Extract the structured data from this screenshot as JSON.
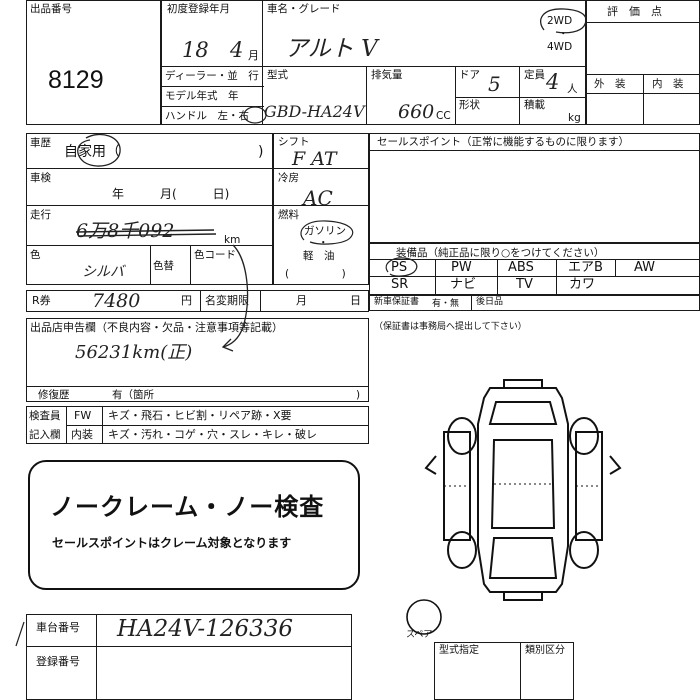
{
  "header": {
    "lot_no_label": "出品番号",
    "lot_no": "8129",
    "first_reg_label": "初度登録年月",
    "first_reg_year": "18",
    "first_reg_month": "4",
    "first_reg_month_unit": "月",
    "car_name_label": "車名・グレード",
    "car_name": "アルト  V",
    "drive_2wd": "2WD",
    "drive_4wd": "4WD",
    "eval_label": "評　価　点",
    "dealer_label": "ディーラー・並　行",
    "model_year_label": "モデル年式　年",
    "handle_label": "ハンドル　左・右",
    "type_label": "型式",
    "type_value": "GBD-HA24V",
    "displacement_label": "排気量",
    "displacement_value": "660",
    "displacement_unit": "CC",
    "doors_label": "ドア",
    "doors_value": "5",
    "capacity_label": "定員",
    "capacity_value": "4",
    "capacity_unit": "人",
    "shape_label": "形状",
    "load_label": "積載",
    "load_unit": "kg",
    "exterior_label": "外　装",
    "interior_label": "内　装"
  },
  "history": {
    "label": "車歴",
    "value": "自家用（",
    "close": ")"
  },
  "inspection": {
    "label": "車検",
    "fields": "年　　　月(　　　日)"
  },
  "mileage": {
    "label": "走行",
    "value": "6万8千092",
    "unit": "km"
  },
  "color": {
    "label": "色",
    "value": "シルバ",
    "repaint_label": "色替",
    "code_label": "色コード"
  },
  "shift": {
    "label": "シフト",
    "value": "F AT"
  },
  "ac": {
    "label": "冷房",
    "value": "AC"
  },
  "fuel": {
    "label": "燃料",
    "gasoline": "ガソリン",
    "light_oil": "軽　油",
    "paren": "(　　　　　)"
  },
  "selling_points": {
    "label": "セールスポイント（正常に機能するものに限ります）"
  },
  "equipment": {
    "label": "装備品（純正品に限り○をつけてください）",
    "row1": [
      "PS",
      "PW",
      "ABS",
      "エアB",
      "AW"
    ],
    "row2": [
      "SR",
      "ナビ",
      "TV",
      "カワ"
    ]
  },
  "warranty": {
    "label": "新車保証書",
    "options": "有・無",
    "later_label": "後日品",
    "note": "（保証書は事務局へ提出して下さい）"
  },
  "recycle": {
    "label": "R券",
    "value": "7480",
    "unit": "円",
    "deadline_label": "名変期限",
    "month": "月",
    "day": "日"
  },
  "remarks": {
    "label": "出品店申告欄（不良内容・欠品・注意事項等記載）",
    "value": "56231km(正)"
  },
  "repair": {
    "label": "修復歴",
    "value": "有（箇所",
    "close": ")"
  },
  "checker": {
    "label1": "検査員",
    "label2": "記入欄",
    "fw": "FW",
    "fw_text": "キズ・飛石・ヒビ割・リペア跡・X要",
    "interior": "内装",
    "interior_text": "キズ・汚れ・コゲ・穴・スレ・キレ・破レ"
  },
  "stamp": {
    "title": "ノークレーム・ノー検査",
    "sub": "セールスポイントはクレーム対象となります"
  },
  "chassis": {
    "label": "車台番号",
    "value": "HA24V-126336",
    "reg_label": "登録番号"
  },
  "diagram": {
    "spare_label": "スペア"
  },
  "bottom": {
    "type_spec_label": "型式指定",
    "class_label": "類別区分"
  }
}
